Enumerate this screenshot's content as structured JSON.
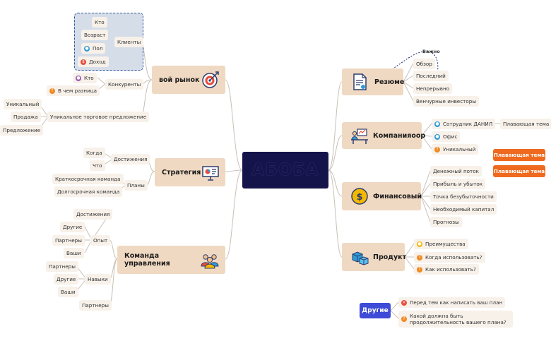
{
  "center": {
    "title": "АБОБА"
  },
  "left": {
    "market": {
      "title": "вой рынок",
      "clients_label": "Клиенты",
      "clients": [
        "Кто",
        "Возраст",
        "Пол",
        "Доход"
      ],
      "competitors_label": "Конкуренты",
      "competitors": [
        "Кто",
        "В чем разница"
      ],
      "usp_label": "Уникальное торговое предложение",
      "usp": [
        "Уникальный",
        "Продажа",
        "Предложение"
      ]
    },
    "strategy": {
      "title": "Стратегия",
      "achievements_label": "Достижения",
      "achievements": [
        "Когда",
        "Что"
      ],
      "plans_label": "Планы",
      "plans": [
        "Краткосрочная команда",
        "Долгосрочная команда"
      ]
    },
    "team": {
      "title": "Команда управления",
      "experience_label": "Опыт",
      "experience": [
        "Достижения",
        "Другие",
        "Партнеры",
        "Ваши"
      ],
      "skills_label": "Навыки",
      "skills": [
        "Партнеры",
        "Другие",
        "Ваши"
      ],
      "partners": "Партнеры"
    }
  },
  "right": {
    "summary": {
      "title": "Резюме",
      "items": [
        "Обзор",
        "Последний",
        "Непрерывно",
        "Венчурные инвесторы"
      ],
      "note": "Важно"
    },
    "company": {
      "title": "Компанияоор",
      "items": [
        "Сотрудник ДАНИЛ",
        "Офис",
        "Уникальный"
      ],
      "floating": "Плавающая тема"
    },
    "financial": {
      "title": "Финансовый",
      "items": [
        "Денежный поток",
        "Прибыль и убыток",
        "Точка безубыточности",
        "Необходимый капитал",
        "Прогнозы"
      ]
    },
    "product": {
      "title": "Продукт",
      "items": [
        "Преимущества",
        "Когда использовать?",
        "Как использовать?"
      ]
    },
    "other": {
      "title": "Другие",
      "items": [
        "Перед тем как написать ваш план",
        "Какой должна быть продолжительность вашего плана?"
      ]
    }
  },
  "floating_topics": [
    "Плавающая тема",
    "Плавающая тема"
  ],
  "colors": {
    "center": "#14144b",
    "main_topic": "#f0d9c2",
    "sub_topic": "#f7f1ea",
    "floating": "#ef6a1e",
    "other": "#3d4bd6",
    "group_border": "#2f5597"
  }
}
